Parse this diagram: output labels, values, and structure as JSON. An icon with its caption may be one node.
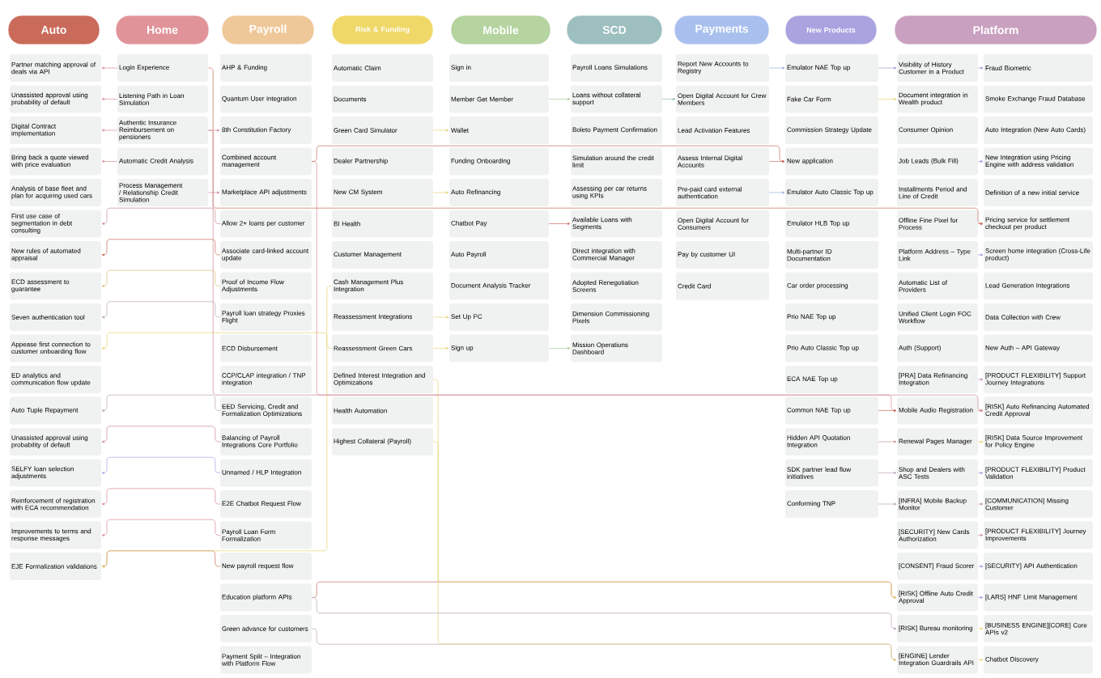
{
  "diagram": {
    "nodes": [
      {
        "text": [
          "Auto"
        ]
      },
      {
        "text": [
          "Home"
        ]
      },
      {
        "text": [
          "Payroll"
        ]
      },
      {
        "text": [
          "Risk & Funding"
        ]
      },
      {
        "text": [
          "Mobile"
        ]
      },
      {
        "text": [
          "SCD"
        ]
      },
      {
        "text": [
          "Payments"
        ]
      },
      {
        "text": [
          "New Products"
        ]
      },
      {
        "text": [
          "Platform"
        ]
      },
      {
        "text": [
          "Partner matching approval of deals via API"
        ]
      },
      {
        "text": [
          "Unassisted approval using probability of default"
        ]
      },
      {
        "text": [
          "Digital Contract implementation"
        ]
      },
      {
        "text": [
          "Bring back a quote viewed with price evaluation"
        ]
      },
      {
        "text": [
          "Analysis of base fleet and plan for acquiring used cars"
        ]
      },
      {
        "text": [
          "First use case of segmentation in debt consulting"
        ]
      },
      {
        "text": [
          "New rules of automated appraisal"
        ]
      },
      {
        "text": [
          "ECD assessment to guarantee"
        ]
      },
      {
        "text": [
          "Seven authentication tool"
        ]
      },
      {
        "text": [
          "Appease first connection to customer onboarding flow"
        ]
      },
      {
        "text": [
          "ED analytics and communication flow update"
        ]
      },
      {
        "text": [
          "Auto Tuple Repayment"
        ]
      },
      {
        "text": [
          "Unassisted approval using probability of default"
        ]
      },
      {
        "text": [
          "SELFY loan selection adjustments"
        ]
      },
      {
        "text": [
          "Reinforcement of registration with ECA recommendation"
        ]
      },
      {
        "text": [
          "Improvements to terms and response messages"
        ]
      },
      {
        "text": [
          "EJE Formalization validations"
        ]
      },
      {
        "text": [
          "Login Experience"
        ]
      },
      {
        "text": [
          "Listening Path in Loan Simulation"
        ]
      },
      {
        "text": [
          "Authentic Insurance Reimbursement on pensioners"
        ]
      },
      {
        "text": [
          "Automatic Credit Analysis"
        ]
      },
      {
        "text": [
          "Process Management / Relationship Credit Simulation"
        ]
      },
      {
        "text": [
          "AHP & Funding"
        ]
      },
      {
        "text": [
          "Quantum User integration"
        ]
      },
      {
        "text": [
          "8th Constitution Factory"
        ]
      },
      {
        "text": [
          "Combined account management"
        ]
      },
      {
        "text": [
          "Marketplace API adjustments"
        ]
      },
      {
        "text": [
          "Allow 2+ loans per customer"
        ]
      },
      {
        "text": [
          "Associate card-linked account update"
        ]
      },
      {
        "text": [
          "Proof of Income Flow Adjustments"
        ]
      },
      {
        "text": [
          "Payroll loan strategy Proxies Flight"
        ]
      },
      {
        "text": [
          "ECD Disbursement"
        ]
      },
      {
        "text": [
          "CCP/CLAP integration / TNP integration"
        ]
      },
      {
        "text": [
          "EED Servicing, Credit and Formalization Optimizations"
        ]
      },
      {
        "text": [
          "Balancing of Payroll Integrations Core Portfolio"
        ]
      },
      {
        "text": [
          "Unnamed / HLP Integration"
        ]
      },
      {
        "text": [
          "E2E Chatbot Request Flow"
        ]
      },
      {
        "text": [
          "Payroll Loan Form Formalization"
        ]
      },
      {
        "text": [
          "New payroll request flow"
        ]
      },
      {
        "text": [
          "Education platform APIs"
        ]
      },
      {
        "text": [
          "Green advance for customers"
        ]
      },
      {
        "text": [
          "Payment Split – Integration with Platform Flow"
        ]
      },
      {
        "text": [
          "Automatic Claim"
        ]
      },
      {
        "text": [
          "Documents"
        ]
      },
      {
        "text": [
          "Green Card Simulator"
        ]
      },
      {
        "text": [
          "Dealer Partnership"
        ]
      },
      {
        "text": [
          "New CM System"
        ]
      },
      {
        "text": [
          "BI Health"
        ]
      },
      {
        "text": [
          "Customer Management"
        ]
      },
      {
        "text": [
          "Cash Management Plus Integration"
        ]
      },
      {
        "text": [
          "Reassessment Integrations"
        ]
      },
      {
        "text": [
          "Reassessment Green Cars"
        ]
      },
      {
        "text": [
          "Defined Interest Integration and Optimizations"
        ]
      },
      {
        "text": [
          "Health Automation"
        ]
      },
      {
        "text": [
          "Highest Collateral (Payroll)"
        ]
      },
      {
        "text": [
          "Sign in"
        ]
      },
      {
        "text": [
          "Member Get Member"
        ]
      },
      {
        "text": [
          "Wallet"
        ]
      },
      {
        "text": [
          "Funding Onboarding"
        ]
      },
      {
        "text": [
          "Auto Refinancing"
        ]
      },
      {
        "text": [
          "Chatbot Pay"
        ]
      },
      {
        "text": [
          "Auto Payroll"
        ]
      },
      {
        "text": [
          "Document Analysis Tracker"
        ]
      },
      {
        "text": [
          "Set Up PC"
        ]
      },
      {
        "text": [
          "Sign up"
        ]
      },
      {
        "text": [
          "Payroll Loans Simulations"
        ]
      },
      {
        "text": [
          "Loans without collateral support"
        ]
      },
      {
        "text": [
          "Boleto Payment Confirmation"
        ]
      },
      {
        "text": [
          "Simulation around the credit limit"
        ]
      },
      {
        "text": [
          "Assessing per car returns using KPIs"
        ]
      },
      {
        "text": [
          "Available Loans with Segments"
        ]
      },
      {
        "text": [
          "Direct integration with Commercial Manager"
        ]
      },
      {
        "text": [
          "Adopted Renegotiation Screens"
        ]
      },
      {
        "text": [
          "Dimension Commissioning Pixels"
        ]
      },
      {
        "text": [
          "Mission Operations Dashboard"
        ]
      },
      {
        "text": [
          "Report New Accounts to Registry"
        ]
      },
      {
        "text": [
          "Open Digital Account for Crew Members"
        ]
      },
      {
        "text": [
          "Lead Activation Features"
        ]
      },
      {
        "text": [
          "Assess Internal Digital Accounts"
        ]
      },
      {
        "text": [
          "Pre-paid card external authentication"
        ]
      },
      {
        "text": [
          "Open Digital Account for Consumers"
        ]
      },
      {
        "text": [
          "Pay by customer UI"
        ]
      },
      {
        "text": [
          "Credit Card"
        ]
      },
      {
        "text": [
          "Emulator NAE Top up"
        ]
      },
      {
        "text": [
          "Fake Car Form"
        ]
      },
      {
        "text": [
          "Commission Strategy Update"
        ]
      },
      {
        "text": [
          "New application"
        ]
      },
      {
        "text": [
          "Emulator Auto Classic Top up"
        ]
      },
      {
        "text": [
          "Emulator HLB Top up"
        ]
      },
      {
        "text": [
          "Multi-partner ID Documentation"
        ]
      },
      {
        "text": [
          "Car order processing"
        ]
      },
      {
        "text": [
          "Prio NAE Top up"
        ]
      },
      {
        "text": [
          "Prio Auto Classic Top up"
        ]
      },
      {
        "text": [
          "ECA NAE Top up"
        ]
      },
      {
        "text": [
          "Common NAE Top up"
        ]
      },
      {
        "text": [
          "Hidden API Quotation Integration"
        ]
      },
      {
        "text": [
          "SDK partner lead flow initiatives"
        ]
      },
      {
        "text": [
          "Conforming TNP"
        ]
      },
      {
        "text": [
          "Visibility of History Customer in a Product"
        ]
      },
      {
        "text": [
          "Document integration in Wealth product"
        ]
      },
      {
        "text": [
          "Consumer Opinion"
        ]
      },
      {
        "text": [
          "Job Leads (Bulk Fill)"
        ]
      },
      {
        "text": [
          "Installments Period and Line of Credit"
        ]
      },
      {
        "text": [
          "Offline Fine Pixel for Process"
        ]
      },
      {
        "text": [
          "Platform Address – Type Link"
        ]
      },
      {
        "text": [
          "Automatic List of Providers"
        ]
      },
      {
        "text": [
          "Unified Client Login FOC Workflow"
        ]
      },
      {
        "text": [
          "Auth (Support)"
        ]
      },
      {
        "text": [
          "[PRA] Data Refinancing Integration"
        ]
      },
      {
        "text": [
          "Mobile Audio Registration"
        ]
      },
      {
        "text": [
          "Renewal Pages Manager"
        ]
      },
      {
        "text": [
          "Shop and Dealers with ASC Tests"
        ]
      },
      {
        "text": [
          "[INFRA] Mobile Backup Monitor"
        ]
      },
      {
        "text": [
          "[SECURITY] New Cards Authorization"
        ]
      },
      {
        "text": [
          "[CONSENT] Fraud Scorer"
        ]
      },
      {
        "text": [
          "[RISK] Offline Auto Credit Approval"
        ]
      },
      {
        "text": [
          "[RISK] Bureau monitoring"
        ]
      },
      {
        "text": [
          "[ENGINE] Lender Integration Guardrails API"
        ]
      },
      {
        "text": [
          "Fraud Biometric"
        ]
      },
      {
        "text": [
          "Smoke Exchange Fraud Database"
        ]
      },
      {
        "text": [
          "Auto Integration (New Auto Cards)"
        ]
      },
      {
        "text": [
          "New Integration using Pricing Engine with address validation"
        ]
      },
      {
        "text": [
          "Definition of a new initial service"
        ]
      },
      {
        "text": [
          "Pricing service for settlement checkout per product"
        ]
      },
      {
        "text": [
          "Screen home integration (Cross-Life product)"
        ]
      },
      {
        "text": [
          "Lead Generation Integrations"
        ]
      },
      {
        "text": [
          "Data Collection with Crew"
        ]
      },
      {
        "text": [
          "New Auth – API Gateway"
        ]
      },
      {
        "text": [
          "[PRODUCT FLEXIBILITY] Support Journey Integrations"
        ]
      },
      {
        "text": [
          "[RISK] Auto Refinancing Automated Credit Approval"
        ]
      },
      {
        "text": [
          "[RISK] Data Source Improvement for Policy Engine"
        ]
      },
      {
        "text": [
          "[PRODUCT FLEXIBILITY] Product Validation"
        ]
      },
      {
        "text": [
          "[COMMUNICATION] Missing Customer"
        ]
      },
      {
        "text": [
          "[PRODUCT FLEXIBILITY] Journey Improvements"
        ]
      },
      {
        "text": [
          "[SECURITY] API Authentication"
        ]
      },
      {
        "text": [
          "[LARS] HNF Limit Management"
        ]
      },
      {
        "text": [
          "[BUSINESS ENGINE][CORE] Core APIs v2"
        ]
      },
      {
        "text": [
          "Chatbot Discovery"
        ]
      }
    ],
    "edges": [
      {
        "from": 26,
        "to": 9,
        "arrow": "to",
        "color": "#d98a90"
      },
      {
        "from": 27,
        "to": 10,
        "arrow": "to",
        "color": "#d98a90"
      },
      {
        "from": 28,
        "to": 11,
        "arrow": "to",
        "color": "#d98a90"
      },
      {
        "from": 29,
        "to": 12,
        "arrow": "to",
        "color": "#d98a90"
      },
      {
        "from": 36,
        "to": 14,
        "arrow": "to",
        "color": "#c98a90"
      },
      {
        "from": 37,
        "to": 15,
        "arrow": "to",
        "color": "#c96a5a"
      },
      {
        "from": 38,
        "to": 16,
        "arrow": "to",
        "color": "#d9c070"
      },
      {
        "from": 39,
        "to": 17,
        "arrow": "to",
        "color": "#b9a0b8"
      },
      {
        "from": 60,
        "to": 18,
        "arrow": "to",
        "color": "#e6d270"
      },
      {
        "from": 42,
        "to": 20,
        "arrow": "to",
        "color": "#b9a0b8"
      },
      {
        "from": 43,
        "to": 21,
        "arrow": "to",
        "color": "#c98a90"
      },
      {
        "from": 44,
        "to": 22,
        "arrow": "to",
        "color": "#a9a3e0"
      },
      {
        "from": 45,
        "to": 23,
        "arrow": "to",
        "color": "#d98a90"
      },
      {
        "from": 46,
        "to": 24,
        "arrow": "to",
        "color": "#d98a90"
      },
      {
        "from": 47,
        "to": 25,
        "arrow": "to",
        "color": "#c96a5a"
      },
      {
        "from": 58,
        "to": 25,
        "arrow": "to",
        "color": "#e6d270"
      },
      {
        "from": 28,
        "to": 33,
        "arrow": "to",
        "color": "#d98a90"
      },
      {
        "from": 30,
        "to": 35,
        "arrow": "to",
        "color": "#d98a90"
      },
      {
        "from": 53,
        "to": 66,
        "arrow": "to",
        "color": "#e6d270"
      },
      {
        "from": 55,
        "to": 68,
        "arrow": "to",
        "color": "#e6d270"
      },
      {
        "from": 59,
        "to": 72,
        "arrow": "to",
        "color": "#e6d270"
      },
      {
        "from": 60,
        "to": 73,
        "arrow": "to",
        "color": "#e6d270"
      },
      {
        "from": 65,
        "to": 75,
        "arrow": "to",
        "color": "#a8c993"
      },
      {
        "from": 69,
        "to": 79,
        "arrow": "to",
        "color": "#c96a5a"
      },
      {
        "from": 73,
        "to": 83,
        "arrow": "to",
        "color": "#a8c993"
      },
      {
        "from": 75,
        "to": 85,
        "arrow": "to",
        "color": "#8fb3b3"
      },
      {
        "from": 84,
        "to": 92,
        "arrow": "to",
        "color": "#98aee0"
      },
      {
        "from": 87,
        "to": 95,
        "arrow": "to",
        "color": "#c96a5a"
      },
      {
        "from": 88,
        "to": 96,
        "arrow": "to",
        "color": "#98aee0"
      },
      {
        "from": 93,
        "to": 108,
        "arrow": "to",
        "color": "#e6d270"
      },
      {
        "from": 92,
        "to": 107,
        "arrow": "to",
        "color": "#9d96d6"
      },
      {
        "from": 107,
        "to": 127,
        "arrow": "to",
        "color": "#9d96d6"
      },
      {
        "from": 110,
        "to": 130,
        "arrow": "to",
        "color": "#9d96d6"
      },
      {
        "from": 112,
        "to": 132,
        "arrow": "to",
        "color": "#c96a5a"
      },
      {
        "from": 113,
        "to": 133,
        "arrow": "to",
        "color": "#9d96d6"
      },
      {
        "from": 117,
        "to": 137,
        "arrow": "to",
        "color": "#b98db0"
      },
      {
        "from": 118,
        "to": 138,
        "arrow": "to",
        "color": "#c96a5a"
      },
      {
        "from": 119,
        "to": 139,
        "arrow": "to",
        "color": "#e6d270"
      },
      {
        "from": 120,
        "to": 140,
        "arrow": "to",
        "color": "#9d96d6"
      },
      {
        "from": 121,
        "to": 141,
        "arrow": "to",
        "color": "#b98db0"
      },
      {
        "from": 122,
        "to": 142,
        "arrow": "to",
        "color": "#c98a90"
      },
      {
        "from": 123,
        "to": 143,
        "arrow": "to",
        "color": "#9d96d6"
      },
      {
        "from": 124,
        "to": 144,
        "arrow": "to",
        "color": "#9d96d6"
      },
      {
        "from": 125,
        "to": 145,
        "arrow": "to",
        "color": "#e6d270"
      },
      {
        "from": 126,
        "to": 146,
        "arrow": "to",
        "color": "#e6d270"
      },
      {
        "from": 48,
        "to": 124,
        "arrow": "to",
        "color": "#c96a5a"
      },
      {
        "from": 48,
        "to": 125,
        "arrow": "to",
        "color": "#b9a0b8"
      },
      {
        "from": 49,
        "to": 126,
        "arrow": "to",
        "color": "#b9a0b8"
      },
      {
        "from": 26,
        "to": 132,
        "arrow": "to",
        "color": "#c96a5a"
      },
      {
        "from": 28,
        "to": 138,
        "arrow": "to",
        "color": "#c98a90"
      },
      {
        "from": 61,
        "to": 126,
        "arrow": "to",
        "color": "#e6d270"
      },
      {
        "from": 63,
        "to": 124,
        "arrow": "to",
        "color": "#e6d270"
      },
      {
        "from": 34,
        "to": 118,
        "arrow": "to",
        "color": "#d98a90"
      },
      {
        "from": 34,
        "to": 95,
        "arrow": "to",
        "color": "#c96a5a"
      },
      {
        "from": 103,
        "to": 118,
        "arrow": "to",
        "color": "#c96a5a"
      },
      {
        "from": 104,
        "to": 119,
        "arrow": "to",
        "color": "#c98a90"
      },
      {
        "from": 105,
        "to": 120,
        "arrow": "to",
        "color": "#b9a0b8"
      },
      {
        "from": 106,
        "to": 121,
        "arrow": "to",
        "color": "#b9a0b8"
      }
    ]
  }
}
